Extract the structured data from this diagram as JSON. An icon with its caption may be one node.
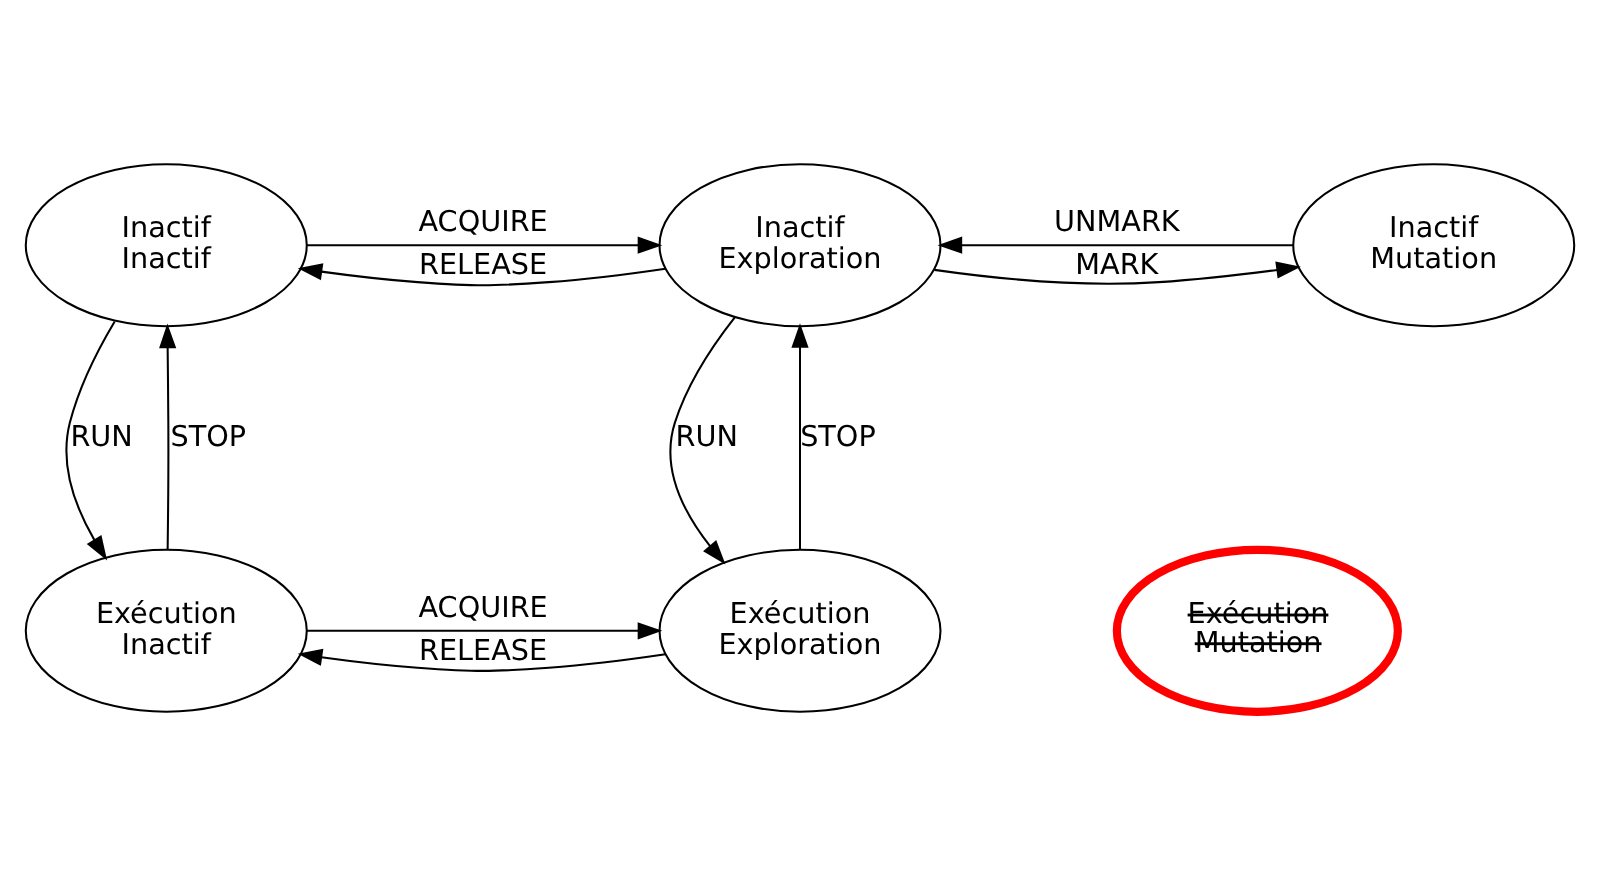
{
  "diagram": {
    "nodes": [
      {
        "text": [
          "Inactif Inactif"
        ]
      },
      {
        "text": [
          "Inactif Exploration"
        ]
      },
      {
        "text": [
          "Inactif Mutation"
        ]
      },
      {
        "text": [
          "Exécution Inactif"
        ]
      },
      {
        "text": [
          "Exécution Exploration"
        ]
      },
      {
        "text": [
          "Exécution Mutation"
        ]
      }
    ],
    "edges": [
      {
        "from": 0,
        "to": 1,
        "arrow": "to",
        "label": "ACQUIRE"
      },
      {
        "from": 1,
        "to": 0,
        "arrow": "to",
        "label": "RELEASE"
      },
      {
        "from": 1,
        "to": 2,
        "arrow": "to",
        "label": "MARK"
      },
      {
        "from": 2,
        "to": 1,
        "arrow": "to",
        "label": "UNMARK"
      },
      {
        "from": 0,
        "to": 3,
        "arrow": "to",
        "label": "RUN"
      },
      {
        "from": 3,
        "to": 0,
        "arrow": "to",
        "label": "STOP"
      },
      {
        "from": 1,
        "to": 4,
        "arrow": "to",
        "label": "RUN"
      },
      {
        "from": 4,
        "to": 1,
        "arrow": "to",
        "label": "STOP"
      },
      {
        "from": 3,
        "to": 4,
        "arrow": "to",
        "label": "ACQUIRE"
      },
      {
        "from": 4,
        "to": 3,
        "arrow": "to",
        "label": "RELEASE"
      }
    ]
  }
}
